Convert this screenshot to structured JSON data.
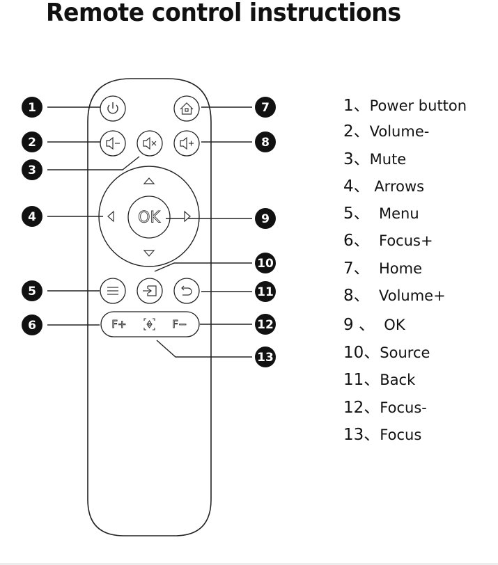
{
  "title": "Remote control instructions",
  "buttons": {
    "ok_label": "OK",
    "focus_plus_label": "F+",
    "focus_minus_label": "F−"
  },
  "callouts": [
    "1",
    "2",
    "3",
    "4",
    "5",
    "6",
    "7",
    "8",
    "9",
    "10",
    "11",
    "12",
    "13"
  ],
  "legend": [
    {
      "num": "1、",
      "label": "Power button"
    },
    {
      "num": "2、",
      "label": "Volume-"
    },
    {
      "num": "3、",
      "label": "Mute"
    },
    {
      "num": "4、",
      "label": " Arrows"
    },
    {
      "num": "5、",
      "label": "  Menu"
    },
    {
      "num": "6、",
      "label": "  Focus+"
    },
    {
      "num": "7、",
      "label": "  Home"
    },
    {
      "num": "8、",
      "label": "  Volume+"
    },
    {
      "num": "9 、",
      "label": "  OK"
    },
    {
      "num": "10、",
      "label": "Source"
    },
    {
      "num": "11、",
      "label": "Back"
    },
    {
      "num": "12、",
      "label": "Focus-"
    },
    {
      "num": "13、",
      "label": "Focus"
    }
  ],
  "icons": {
    "power": "power-icon",
    "home": "home-icon",
    "volume_down": "volume-down-icon",
    "mute": "mute-icon",
    "volume_up": "volume-up-icon",
    "arrow_up": "arrow-up-icon",
    "arrow_down": "arrow-down-icon",
    "arrow_left": "arrow-left-icon",
    "arrow_right": "arrow-right-icon",
    "menu": "menu-icon",
    "source": "source-icon",
    "back": "back-icon",
    "focus": "focus-icon"
  }
}
